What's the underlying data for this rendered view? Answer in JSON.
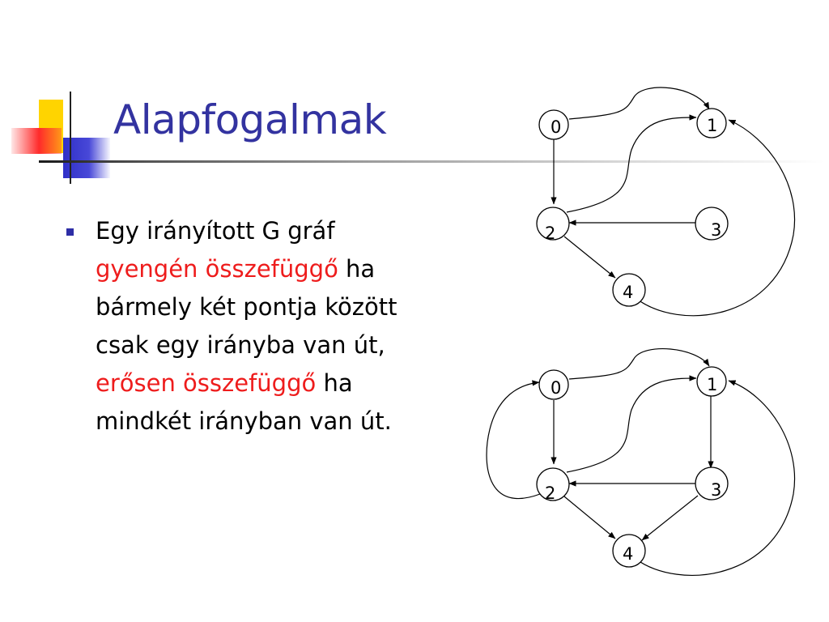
{
  "slide": {
    "title": "Alapfogalmak",
    "bullets": [
      {
        "segments": [
          {
            "text": "Egy irányított G gráf ",
            "highlight": false
          },
          {
            "text": "gyengén összefüggő",
            "highlight": true
          },
          {
            "text": " ha bármely két pontja között csak egy irányba van út, ",
            "highlight": false
          },
          {
            "text": "erősen összefüggő",
            "highlight": true
          },
          {
            "text": " ha mindkét irányban van út.",
            "highlight": false
          }
        ]
      }
    ],
    "colors": {
      "title": "#3333a0",
      "highlight": "#ee1c1c",
      "bullet_marker": "#2e2ea6",
      "deco_yellow": "#ffd400",
      "deco_red": "#ff2b2b",
      "deco_blue": "#3030c8"
    }
  },
  "diagrams": [
    {
      "name": "weakly-connected-graph",
      "nodes": [
        {
          "id": "0",
          "label": "0"
        },
        {
          "id": "1",
          "label": "1"
        },
        {
          "id": "2",
          "label": "2"
        },
        {
          "id": "3",
          "label": "3"
        },
        {
          "id": "4",
          "label": "4"
        }
      ],
      "edges": [
        {
          "from": "0",
          "to": "1"
        },
        {
          "from": "0",
          "to": "2"
        },
        {
          "from": "2",
          "to": "1"
        },
        {
          "from": "3",
          "to": "2"
        },
        {
          "from": "2",
          "to": "4"
        },
        {
          "from": "4",
          "to": "1"
        }
      ]
    },
    {
      "name": "strongly-connected-graph",
      "nodes": [
        {
          "id": "0",
          "label": "0"
        },
        {
          "id": "1",
          "label": "1"
        },
        {
          "id": "2",
          "label": "2"
        },
        {
          "id": "3",
          "label": "3"
        },
        {
          "id": "4",
          "label": "4"
        }
      ],
      "edges": [
        {
          "from": "0",
          "to": "1"
        },
        {
          "from": "0",
          "to": "2"
        },
        {
          "from": "2",
          "to": "1"
        },
        {
          "from": "2",
          "to": "0"
        },
        {
          "from": "1",
          "to": "3"
        },
        {
          "from": "3",
          "to": "2"
        },
        {
          "from": "2",
          "to": "4"
        },
        {
          "from": "3",
          "to": "4"
        },
        {
          "from": "4",
          "to": "1"
        }
      ]
    }
  ]
}
